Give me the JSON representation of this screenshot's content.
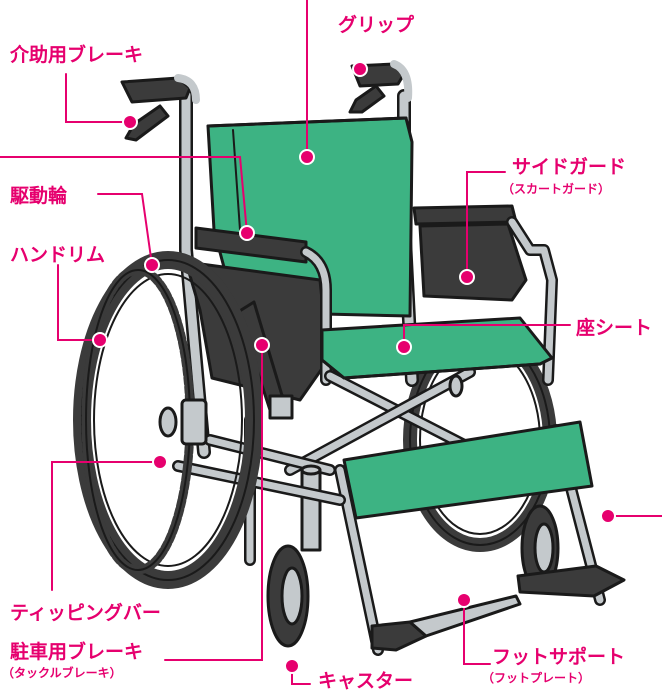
{
  "labels": {
    "grip": "グリップ",
    "assist_brake": "介助用ブレーキ",
    "drive_wheel": "駆動輪",
    "handrim": "ハンドリム",
    "side_guard": "サイドガード",
    "side_guard_sub": "（スカートガード）",
    "seat": "座シート",
    "tipping_bar": "ティッピングバー",
    "parking_brake": "駐車用ブレーキ",
    "parking_brake_sub": "（タックルブレーキ）",
    "caster": "キャスター",
    "foot_support": "フットサポート",
    "foot_support_sub": "（フットプレート）"
  },
  "colors": {
    "accent": "#e6006e",
    "seat_green": "#3db383",
    "frame_gray": "#c4c9cc",
    "dark_gray": "#3b3b3b",
    "outline": "#1a1a1a"
  }
}
